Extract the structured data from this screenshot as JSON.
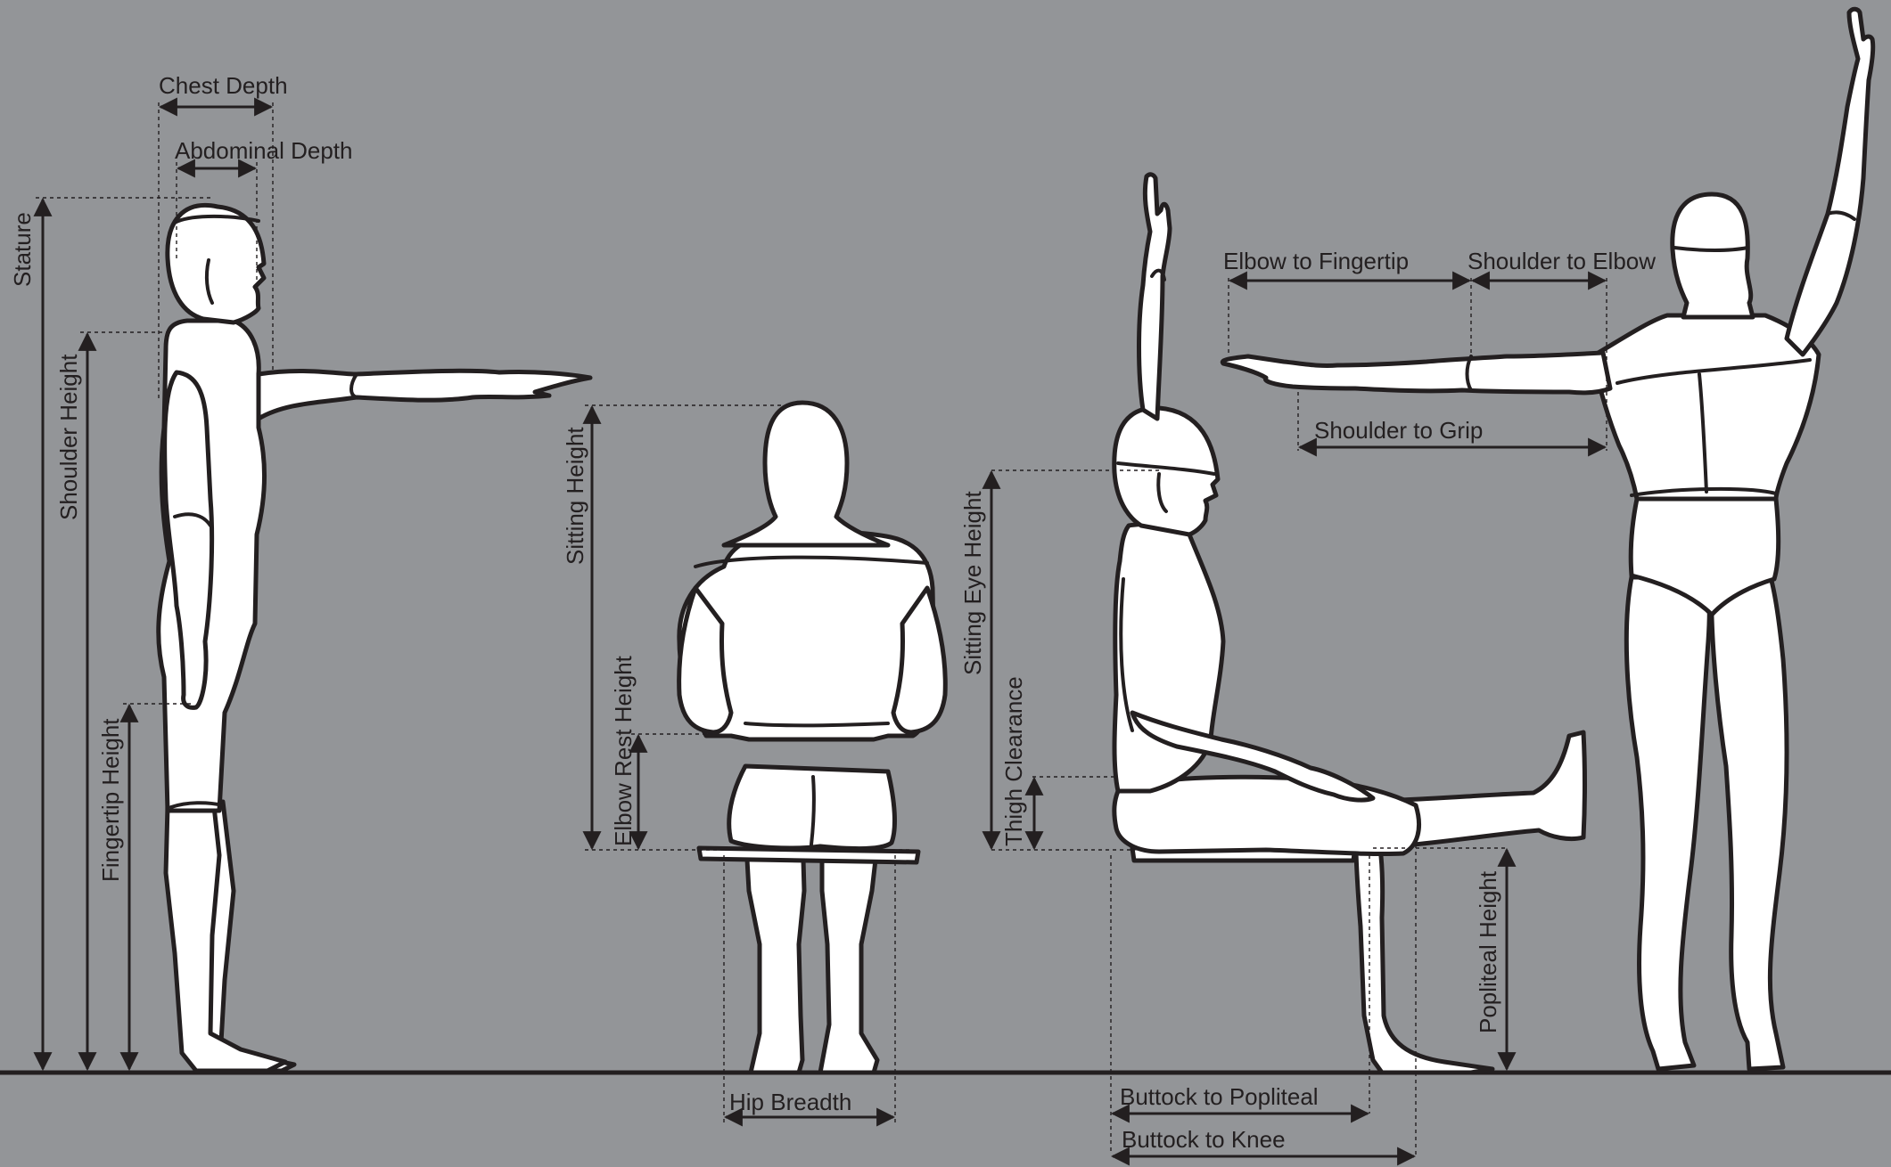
{
  "labels": {
    "chest_depth": "Chest Depth",
    "abdominal_depth": "Abdominal Depth",
    "stature": "Stature",
    "shoulder_height": "Shoulder Height",
    "fingertip_height": "Fingertip Height",
    "sitting_height": "Sitting Height",
    "elbow_rest_height": "Elbow Rest Height",
    "hip_breadth": "Hip Breadth",
    "sitting_eye_height": "Sitting Eye Height",
    "thigh_clearance": "Thigh Clearance",
    "popliteal_height": "Popliteal Height",
    "buttock_to_popliteal": "Buttock to Popliteal",
    "buttock_to_knee": "Buttock to Knee",
    "elbow_to_fingertip": "Elbow to Fingertip",
    "shoulder_to_elbow": "Shoulder to Elbow",
    "shoulder_to_grip": "Shoulder to Grip"
  },
  "colors": {
    "background": "#939598",
    "figure_fill": "#ffffff",
    "line": "#231f20"
  }
}
